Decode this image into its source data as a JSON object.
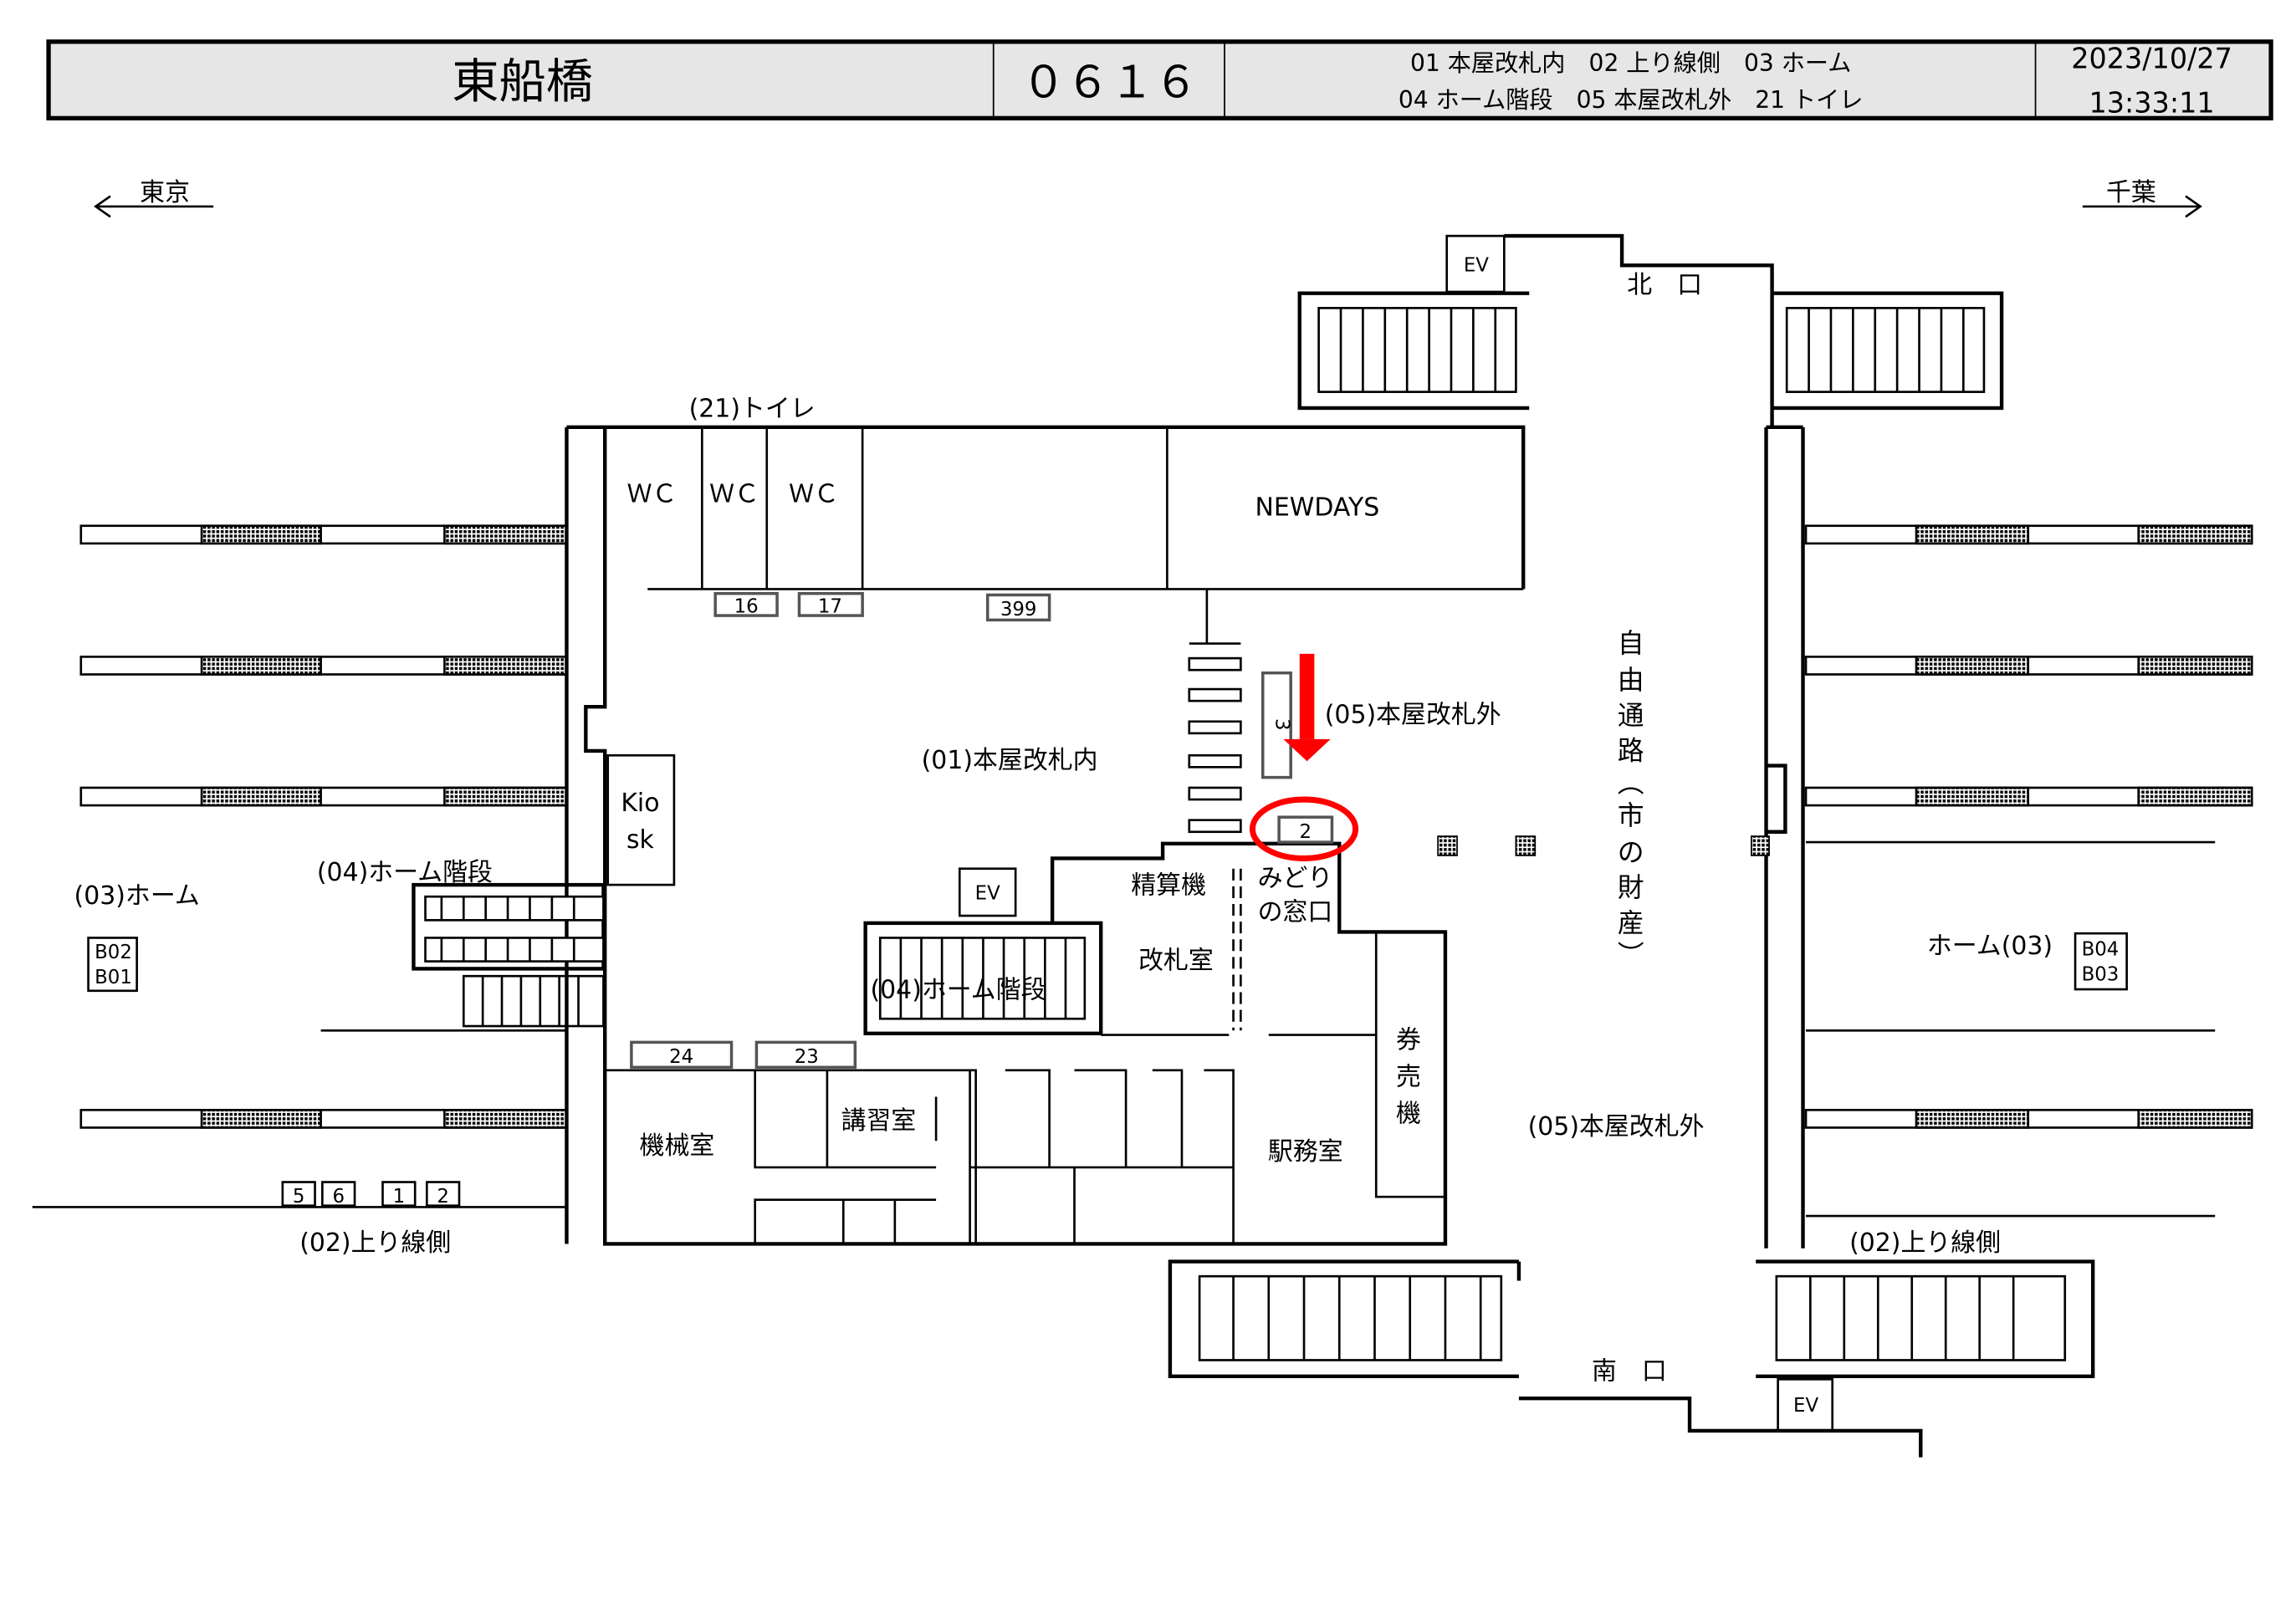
{
  "header": {
    "station_name": "東船橋",
    "station_code": "０６１６",
    "legend_line1": "01 本屋改札内　02 上り線側　03 ホーム",
    "legend_line2": "04 ホーム階段　05 本屋改札外　21 トイレ",
    "date": "2023/10/27",
    "time": "13:33:11"
  },
  "directions": {
    "left": "東京",
    "right": "千葉"
  },
  "labels": {
    "toilet": "(21)トイレ",
    "wc1": "ＷＣ",
    "wc2": "ＷＣ",
    "wc3": "ＷＣ",
    "newdays": "NEWDAYS",
    "box16": "16",
    "box17": "17",
    "box399": "399",
    "box3": "3",
    "box2": "2",
    "outside_gate_top": "(05)本屋改札外",
    "inside_gate": "(01)本屋改札内",
    "kiosk1": "Kio",
    "kiosk2": "sk",
    "stairs_left": "(04)ホーム階段",
    "stairs_center": "(04)ホーム階段",
    "platform_left": "(03)ホーム",
    "platform_right": "ホーム(03)",
    "b02": "B02",
    "b01": "B01",
    "b04": "B04",
    "b03": "B03",
    "ev": "EV",
    "fare_machine": "精算機",
    "gate_room": "改札室",
    "midori1": "みどり",
    "midori2": "の窓口",
    "ticket1": "券",
    "ticket2": "売",
    "ticket3": "機",
    "box24": "24",
    "box23": "23",
    "machine_room": "機械室",
    "lecture_room": "講習室",
    "office": "駅務室",
    "outside_gate_bottom": "(05)本屋改札外",
    "bottom_left": "(02)上り線側",
    "bottom_right": "(02)上り線側",
    "n5": "5",
    "n6": "6",
    "n1": "1",
    "n2": "2",
    "north_exit": "北　口",
    "south_exit": "南　口",
    "free_passage": [
      "自",
      "由",
      "通",
      "路",
      "︵",
      "市",
      "の",
      "財",
      "産",
      "︶"
    ]
  },
  "colors": {
    "highlight": "#ff0000",
    "header_bg": "#e6e6e6"
  }
}
